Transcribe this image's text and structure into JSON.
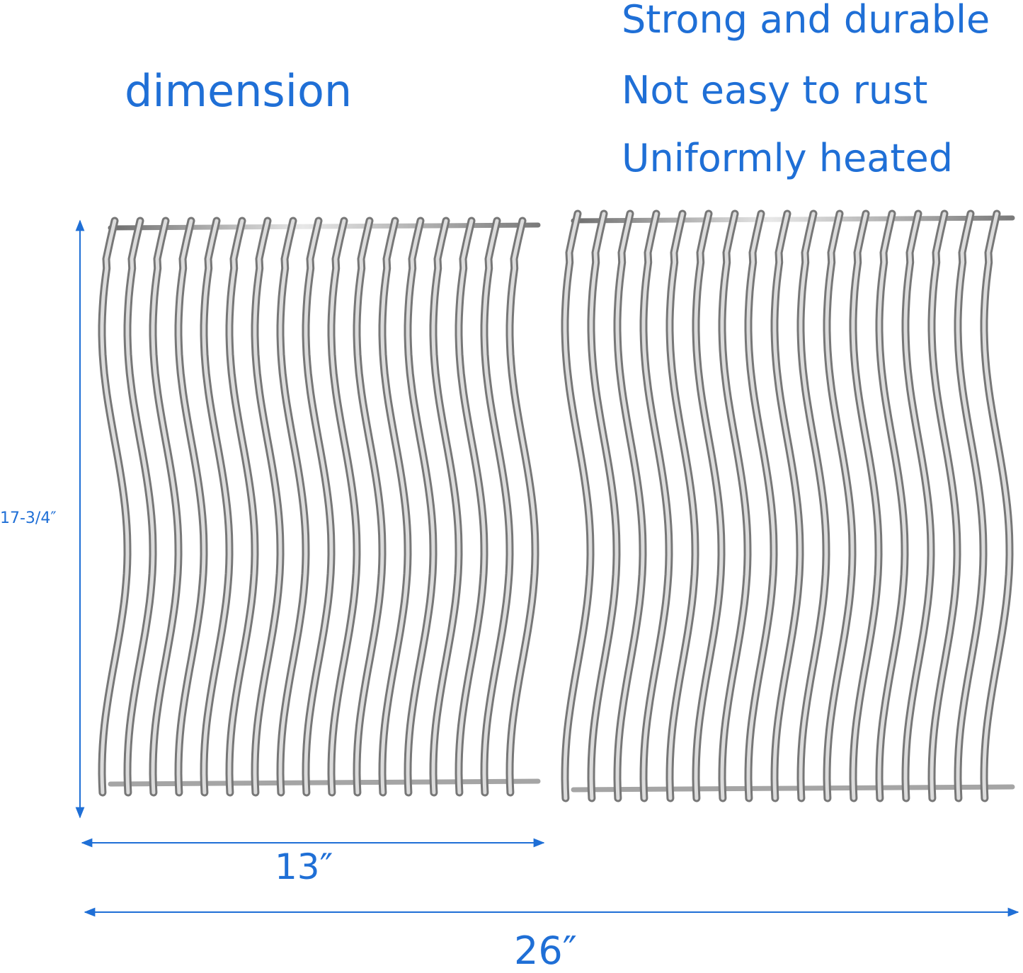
{
  "heading": "dimension",
  "features": [
    "Strong and durable",
    "Not easy to rust",
    "Uniformly heated"
  ],
  "dimensions": {
    "height": "17-3/4″",
    "single_width": "13″",
    "total_width": "26″"
  },
  "product": {
    "grates": 2,
    "wires_per_grate": 17
  },
  "colors": {
    "annotation": "#1f6fd6",
    "steel": "#9a9a9a"
  }
}
